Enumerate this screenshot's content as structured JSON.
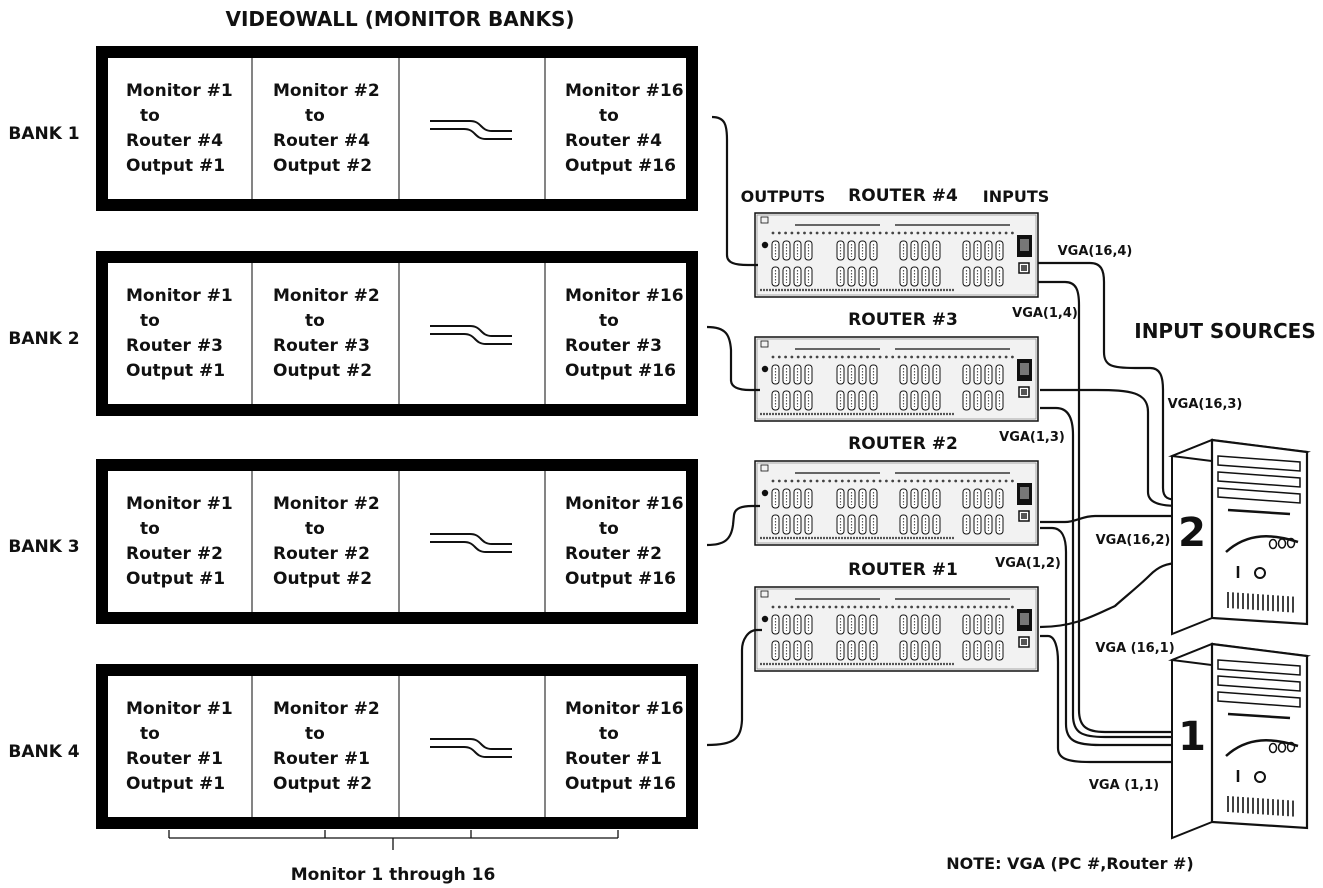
{
  "title": "VIDEOWALL (MONITOR BANKS)",
  "input_sources_label": "INPUT SOURCES",
  "note": "NOTE:  VGA (PC #,Router #)",
  "bottom_caption": "Monitor 1 through 16",
  "router4_header": {
    "outputs": "OUTPUTS",
    "router": "ROUTER #4",
    "inputs": "INPUTS"
  },
  "routers": [
    {
      "label": "ROUTER #4"
    },
    {
      "label": "ROUTER #3"
    },
    {
      "label": "ROUTER #2"
    },
    {
      "label": "ROUTER #1"
    }
  ],
  "banks": [
    {
      "label": "BANK 1",
      "cells": [
        [
          "Monitor #1",
          "to",
          "Router #4",
          "Output #1"
        ],
        [
          "Monitor #2",
          "to",
          "Router #4",
          "Output #2"
        ],
        [
          "Monitor #16",
          "to",
          "Router #4",
          "Output #16"
        ]
      ]
    },
    {
      "label": "BANK 2",
      "cells": [
        [
          "Monitor #1",
          "to",
          "Router #3",
          "Output #1"
        ],
        [
          "Monitor #2",
          "to",
          "Router #3",
          "Output #2"
        ],
        [
          "Monitor #16",
          "to",
          "Router #3",
          "Output #16"
        ]
      ]
    },
    {
      "label": "BANK 3",
      "cells": [
        [
          "Monitor #1",
          "to",
          "Router #2",
          "Output #1"
        ],
        [
          "Monitor #2",
          "to",
          "Router #2",
          "Output #2"
        ],
        [
          "Monitor #16",
          "to",
          "Router #2",
          "Output #16"
        ]
      ]
    },
    {
      "label": "BANK 4",
      "cells": [
        [
          "Monitor #1",
          "to",
          "Router #1",
          "Output #1"
        ],
        [
          "Monitor #2",
          "to",
          "Router #1",
          "Output #2"
        ],
        [
          "Monitor #16",
          "to",
          "Router #1",
          "Output #16"
        ]
      ]
    }
  ],
  "vga_labels": [
    "VGA(16,4)",
    "VGA(1,4)",
    "VGA(16,3)",
    "VGA(1,3)",
    "VGA(16,2)",
    "VGA(1,2)",
    "VGA (16,1)",
    "VGA (1,1)"
  ],
  "pcs": [
    {
      "number": "2"
    },
    {
      "number": "1"
    }
  ]
}
